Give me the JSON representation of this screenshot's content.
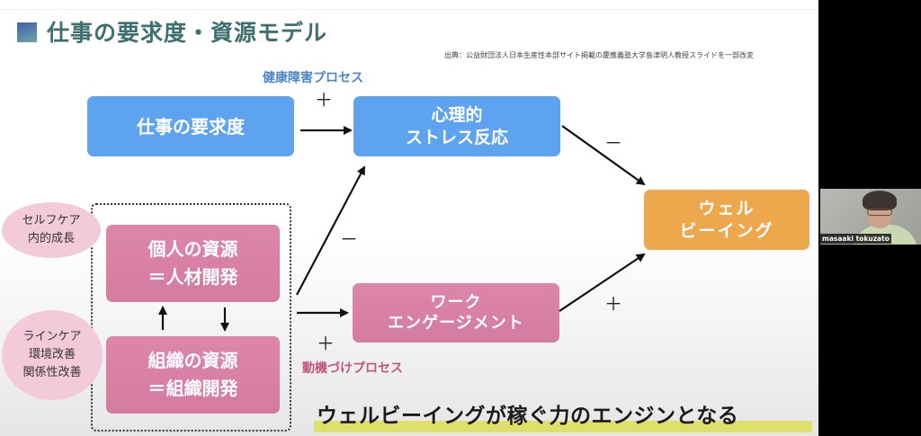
{
  "slide": {
    "title": "仕事の要求度・資源モデル",
    "source": "出典：公益財団法人日本生産性本部サイト掲載の慶應義塾大学島津明人教授スライドを一部改変",
    "health_process": "健康障害プロセス",
    "motivation_process": "動機づけプロセス",
    "boxes": {
      "job_demands": [
        "仕事の要求度"
      ],
      "stress_response": [
        "心理的",
        "ストレス反応"
      ],
      "wellbeing": [
        "ウェル",
        "ビーイング"
      ],
      "personal_resources": [
        "個人の資源",
        "＝人材開発"
      ],
      "org_resources": [
        "組織の資源",
        "＝組織開発"
      ],
      "work_engagement": [
        "ワーク",
        "エンゲージメント"
      ]
    },
    "bubbles": {
      "self_care": [
        "セルフケア",
        "内的成長"
      ],
      "line_care": [
        "ラインケア",
        "環境改善",
        "関係性改善"
      ]
    },
    "signs": {
      "demands_to_stress": "＋",
      "resources_to_stress": "－",
      "stress_to_wellbeing": "－",
      "resources_to_engagement": "＋",
      "engagement_to_wellbeing": "＋"
    },
    "tagline": "ウェルビーイングが稼ぐ力のエンジンとなる"
  },
  "webcam": {
    "participant_name": "masaaki tokuzato"
  },
  "colors": {
    "title": "#3d6f70",
    "blue_box": "#5ea3f0",
    "pink_box": "#d8809f",
    "orange_box": "#eda74d",
    "health_label": "#4d86c8",
    "motive_label": "#c0577f",
    "highlight": "#dfe06a"
  }
}
